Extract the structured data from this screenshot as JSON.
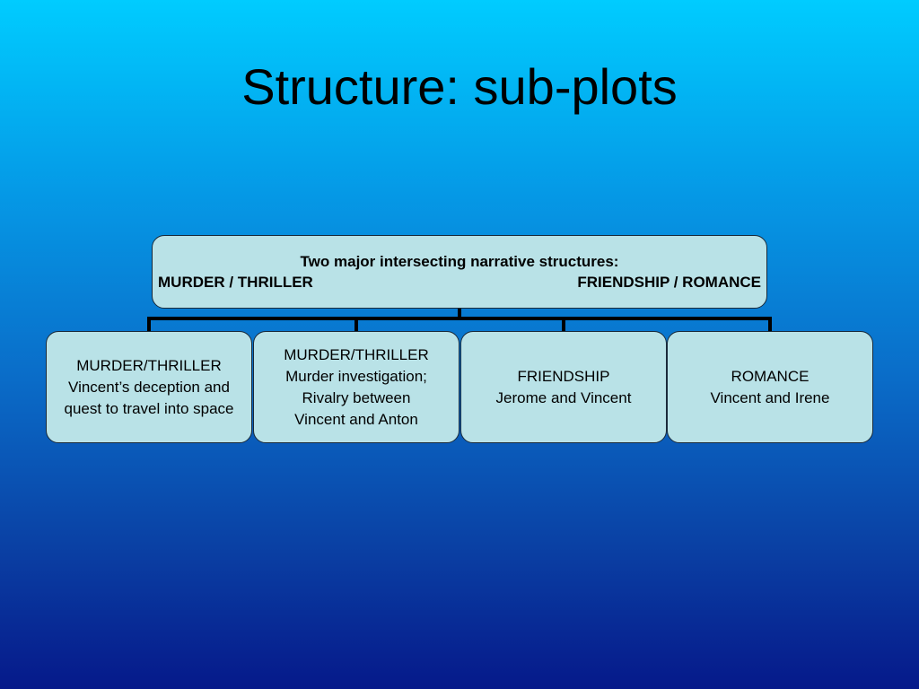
{
  "slide": {
    "title": "Structure: sub-plots"
  },
  "root": {
    "headline": "Two major intersecting narrative structures:",
    "left_branch": "MURDER / THRILLER",
    "right_branch": "FRIENDSHIP / ROMANCE"
  },
  "subplots": [
    {
      "lines": [
        "MURDER/THRILLER",
        "Vincent’s deception and",
        "quest to travel into space"
      ]
    },
    {
      "lines": [
        "MURDER/THRILLER",
        "Murder investigation;",
        "Rivalry between",
        "Vincent and Anton"
      ]
    },
    {
      "lines": [
        "FRIENDSHIP",
        "Jerome and Vincent"
      ]
    },
    {
      "lines": [
        "ROMANCE",
        "Vincent and Irene"
      ]
    }
  ],
  "colors": {
    "box_fill": "#b9e2e7",
    "connector": "#000000",
    "background_top": "#00ccff",
    "background_bottom": "#06198a"
  }
}
